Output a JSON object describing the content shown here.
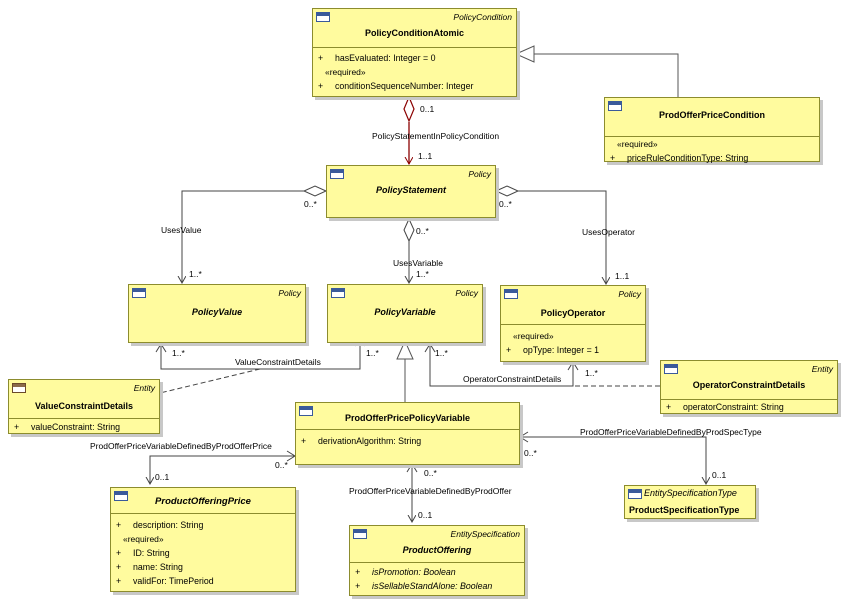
{
  "classes": {
    "policy_condition_atomic": {
      "stereotype": "PolicyCondition",
      "name": "PolicyConditionAtomic",
      "attr1": {
        "vis": "+",
        "text": "hasEvaluated: Integer = 0"
      },
      "required": "«required»",
      "attr2": {
        "vis": "+",
        "text": "conditionSequenceNumber: Integer"
      }
    },
    "prod_offer_price_condition": {
      "name": "ProdOfferPriceCondition",
      "required": "«required»",
      "attr1": {
        "vis": "+",
        "text": "priceRuleConditionType: String"
      }
    },
    "policy_statement": {
      "stereotype": "Policy",
      "name": "PolicyStatement"
    },
    "policy_value": {
      "stereotype": "Policy",
      "name": "PolicyValue"
    },
    "policy_variable": {
      "stereotype": "Policy",
      "name": "PolicyVariable"
    },
    "policy_operator": {
      "stereotype": "Policy",
      "name": "PolicyOperator",
      "required": "«required»",
      "attr1": {
        "vis": "+",
        "text": "opType: Integer = 1"
      }
    },
    "operator_constraint_details": {
      "stereotype": "Entity",
      "name": "OperatorConstraintDetails",
      "attr1": {
        "vis": "+",
        "text": "operatorConstraint: String"
      }
    },
    "value_constraint_details": {
      "stereotype": "Entity",
      "name": "ValueConstraintDetails",
      "attr1": {
        "vis": "+",
        "text": "valueConstraint: String"
      }
    },
    "prod_offer_price_policy_variable": {
      "name": "ProdOfferPricePolicyVariable",
      "attr1": {
        "vis": "+",
        "text": "derivationAlgorithm: String"
      }
    },
    "product_offering_price": {
      "name": "ProductOfferingPrice",
      "attr1": {
        "vis": "+",
        "text": "description: String"
      },
      "required": "«required»",
      "attr2": {
        "vis": "+",
        "text": "ID: String"
      },
      "attr3": {
        "vis": "+",
        "text": "name: String"
      },
      "attr4": {
        "vis": "+",
        "text": "validFor: TimePeriod"
      }
    },
    "product_offering": {
      "stereotype": "EntitySpecification",
      "name": "ProductOffering",
      "attr1": {
        "vis": "+",
        "text": "isPromotion: Boolean"
      },
      "attr2": {
        "vis": "+",
        "text": "isSellableStandAlone: Boolean"
      }
    },
    "product_specification_type": {
      "stereotype": "EntitySpecificationType",
      "name": "ProductSpecificationType"
    }
  },
  "labels": {
    "m_pca": "0..1",
    "policy_statement_in_condition": "PolicyStatementInPolicyCondition",
    "m_ps_top": "1..1",
    "m_ps_left": "0..*",
    "uses_value": "UsesValue",
    "m_pv_value": "1..*",
    "m_ps_mid": "0..*",
    "uses_variable": "UsesVariable",
    "m_pvar_top": "1..*",
    "m_ps_right": "0..*",
    "uses_operator": "UsesOperator",
    "m_pop_top": "1..1",
    "m_pv_bottom": "1..*",
    "value_constraint_details": "ValueConstraintDetails",
    "m_pvar_bottom": "1..*",
    "m_pvar_bottom2": "1..*",
    "operator_constraint_details": "OperatorConstraintDetails",
    "m_pop_bottom": "1..*",
    "defined_by_price": "ProdOfferPriceVariableDefinedByProdOfferPrice",
    "m_pop_price": "0..1",
    "m_popv_left": "0..*",
    "defined_by_offer": "ProdOfferPriceVariableDefinedByProdOffer",
    "m_popv_mid": "0..*",
    "m_po": "0..1",
    "defined_by_spec": "ProdOfferPriceVariableDefinedByProdSpecType",
    "m_popv_right": "0..*",
    "m_pst": "0..1"
  }
}
